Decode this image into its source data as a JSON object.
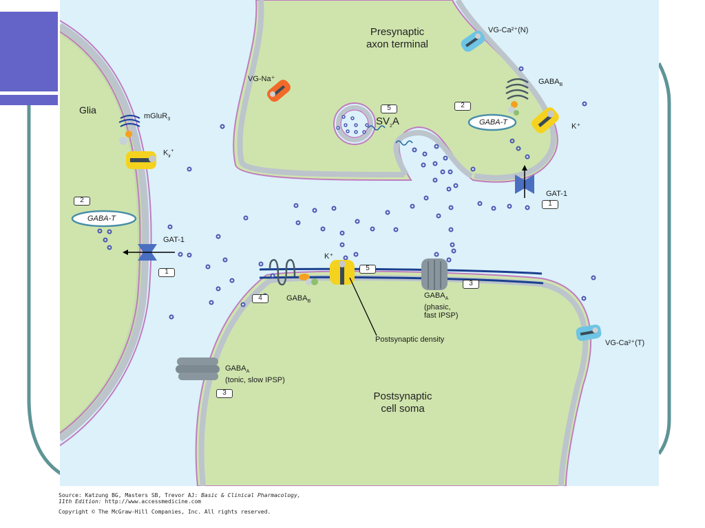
{
  "slide": {
    "accent_color": "#6464c8",
    "frame_color": "#5f9496"
  },
  "figure": {
    "regions": {
      "presynaptic": "Presynaptic",
      "presynaptic_2": "axon terminal",
      "glia": "Glia",
      "postsynaptic": "Postsynaptic",
      "postsynaptic_2": "cell soma"
    },
    "labels": {
      "vg_ca_n": "VG-Ca²⁺(N)",
      "vg_na": "VG-Na⁺",
      "gaba_b_pre": "GABA",
      "gaba_b_pre_sub": "B",
      "k_pre": "K⁺",
      "sv2a": "SV",
      "sv2a_sub": "2",
      "sv2a_end": "A",
      "gaba_t_pre": "GABA-T",
      "gat1_pre": "GAT-1",
      "mglur3": "mGluR",
      "mglur3_sub": "3",
      "kir": "K",
      "kir_sub": "ir",
      "kir_sup": "+",
      "gaba_t_glia": "GABA-T",
      "gat1_glia": "GAT-1",
      "k_post": "K⁺",
      "gaba_b_post": "GABA",
      "gaba_b_post_sub": "B",
      "gaba_a_phasic": "GABA",
      "gaba_a_phasic_sub": "A",
      "gaba_a_phasic_2": "(phasic,",
      "gaba_a_phasic_3": "fast IPSP)",
      "postsynaptic_density": "Postsynaptic density",
      "gaba_a_tonic": "GABA",
      "gaba_a_tonic_sub": "A",
      "gaba_a_tonic_2": "(tonic, slow IPSP)",
      "vg_ca_t": "VG-Ca²⁺(T)"
    },
    "step_numbers": {
      "sv2a": "5",
      "gaba_t_pre": "2",
      "gat1_pre": "1",
      "gaba_t_glia": "2",
      "gat1_glia": "1",
      "k_post": "5",
      "gaba_a_phasic": "3",
      "gaba_b_post": "4",
      "gaba_a_tonic": "3"
    }
  },
  "caption": {
    "line1_a": "Source: Katzung BG, Masters SB, Trevor AJ: ",
    "line1_b": "Basic & Clinical Pharmacology,",
    "line2_a": "11th Edition:",
    "line2_b": " http://www.accessmedicine.com",
    "line3": "Copyright © The McGraw-Hill Companies, Inc. All rights reserved."
  }
}
